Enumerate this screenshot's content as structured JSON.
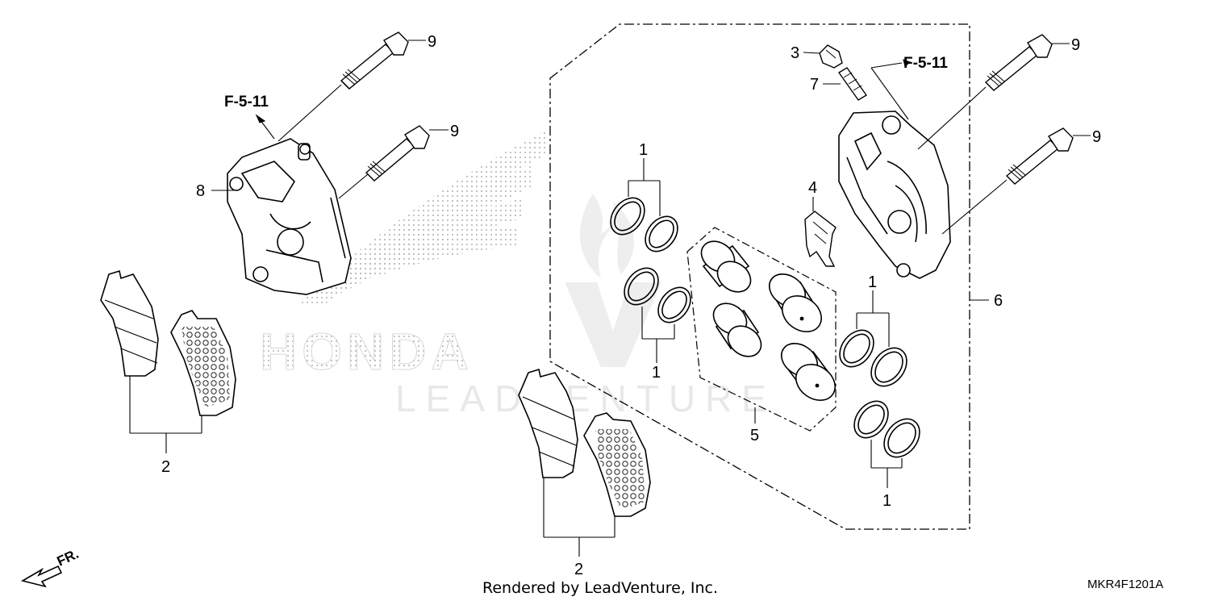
{
  "diagram": {
    "watermark_logo": "HONDA",
    "watermark_brand": "LEADVENTURE",
    "reference_left": "F-5-11",
    "reference_right": "F-5-11",
    "direction_label": "FR.",
    "callouts": {
      "c1_top": "1",
      "c1_mid": "1",
      "c1_right_top": "1",
      "c1_right_bottom": "1",
      "c2_left": "2",
      "c2_center": "2",
      "c3": "3",
      "c4": "4",
      "c5": "5",
      "c6": "6",
      "c7": "7",
      "c8": "8",
      "c9_left_top": "9",
      "c9_left_mid": "9",
      "c9_right_top": "9",
      "c9_right_mid": "9"
    }
  },
  "footer": {
    "rendered_by": "Rendered by LeadVenture, Inc.",
    "diagram_code": "MKR4F1201A"
  }
}
